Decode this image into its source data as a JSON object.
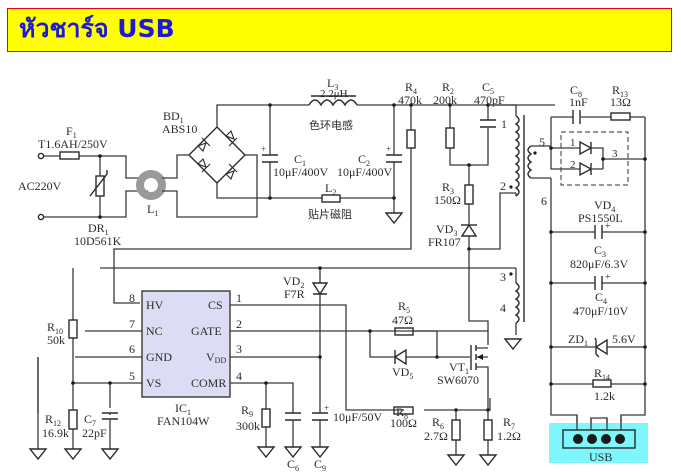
{
  "header": {
    "title": "หัวชาร์จ USB"
  },
  "colors": {
    "banner_bg": "#ffff00",
    "banner_border": "#e8001c",
    "title_text": "#1b1bd6",
    "ic_fill": "#dcdcf4",
    "usb_bg": "#7ff5fc",
    "ferrite": "#9a9a9a"
  },
  "schematic": {
    "input": {
      "label": "AC220V"
    },
    "fuse": {
      "ref": "F",
      "sub": "1",
      "value": "T1.6AH/250V"
    },
    "varistor": {
      "ref": "DR",
      "sub": "1",
      "value": "10D561K"
    },
    "choke": {
      "ref": "L",
      "sub": "1"
    },
    "bridge": {
      "ref": "BD",
      "sub": "1",
      "value": "ABS10"
    },
    "c1": {
      "ref": "C",
      "sub": "1",
      "value": "10μF/400V"
    },
    "c2": {
      "ref": "C",
      "sub": "2",
      "value": "10μF/400V"
    },
    "l3": {
      "ref": "L",
      "sub": "3",
      "value": "2.2μH",
      "note": "色环电感"
    },
    "l2": {
      "ref": "L",
      "sub": "2",
      "note": "贴片磁阻"
    },
    "r4": {
      "ref": "R",
      "sub": "4",
      "value": "470k"
    },
    "r2": {
      "ref": "R",
      "sub": "2",
      "value": "200k"
    },
    "c5": {
      "ref": "C",
      "sub": "5",
      "value": "470pF"
    },
    "r3": {
      "ref": "R",
      "sub": "3",
      "value": "150Ω"
    },
    "vd3": {
      "ref": "VD",
      "sub": "3",
      "value": "FR107"
    },
    "transformer": {
      "pins": [
        "1",
        "2",
        "3",
        "4",
        "5",
        "6"
      ]
    },
    "c8": {
      "ref": "C",
      "sub": "8",
      "value": "1nF"
    },
    "r13": {
      "ref": "R",
      "sub": "13",
      "value": "13Ω"
    },
    "vd4": {
      "ref": "VD",
      "sub": "4",
      "value": "PS1550L",
      "pins": [
        "1",
        "2",
        "3"
      ]
    },
    "c3": {
      "ref": "C",
      "sub": "3",
      "value": "820μF/6.3V"
    },
    "c4": {
      "ref": "C",
      "sub": "4",
      "value": "470μF/10V"
    },
    "zd1": {
      "ref": "ZD",
      "sub": "1",
      "value": "5.6V"
    },
    "r14": {
      "ref": "R",
      "sub": "14",
      "value": "1.2k"
    },
    "usb": {
      "label": "USB",
      "pins": 4
    },
    "ic": {
      "ref": "IC",
      "sub": "1",
      "value": "FAN104W",
      "left_pins": [
        {
          "num": "8",
          "name": "HV"
        },
        {
          "num": "7",
          "name": "NC"
        },
        {
          "num": "6",
          "name": "GND"
        },
        {
          "num": "5",
          "name": "VS"
        }
      ],
      "right_pins": [
        {
          "num": "1",
          "name": "CS"
        },
        {
          "num": "2",
          "name": "GATE"
        },
        {
          "num": "3",
          "name": "V",
          "sub": "DD"
        },
        {
          "num": "4",
          "name": "COMR"
        }
      ]
    },
    "r10": {
      "ref": "R",
      "sub": "10",
      "value": "50k"
    },
    "r12": {
      "ref": "R",
      "sub": "12",
      "value": "16.9k"
    },
    "c7": {
      "ref": "C",
      "sub": "7",
      "value": "22pF"
    },
    "r9": {
      "ref": "R",
      "sub": "9",
      "value": "300k"
    },
    "c6": {
      "ref": "C",
      "sub": "6"
    },
    "c9": {
      "ref": "C",
      "sub": "9",
      "value": "10μF/50V"
    },
    "vd2": {
      "ref": "VD",
      "sub": "2",
      "value": "F7R"
    },
    "r5": {
      "ref": "R",
      "sub": "5",
      "value": "47Ω"
    },
    "vd5": {
      "ref": "VD",
      "sub": "5"
    },
    "r8": {
      "ref": "R",
      "sub": "8",
      "value": "100Ω"
    },
    "vt1": {
      "ref": "VT",
      "sub": "1",
      "value": "SW6070"
    },
    "r6": {
      "ref": "R",
      "sub": "6",
      "value": "2.7Ω"
    },
    "r7": {
      "ref": "R",
      "sub": "7",
      "value": "1.2Ω"
    }
  }
}
